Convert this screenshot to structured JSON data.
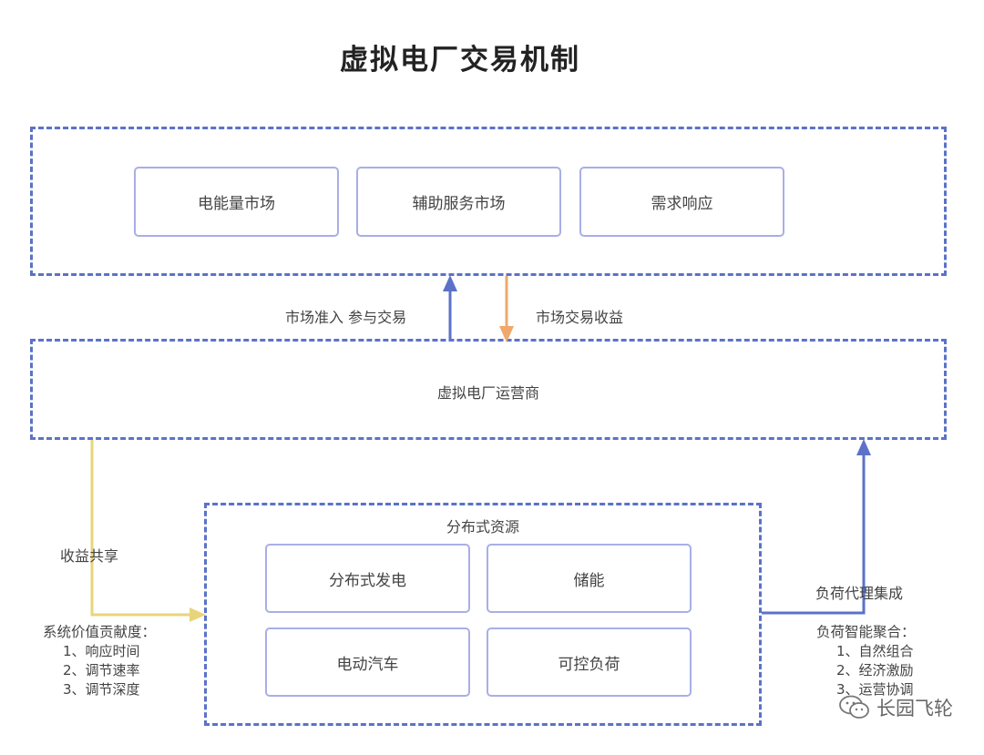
{
  "title": "虚拟电厂交易机制",
  "markets": {
    "items": [
      "电能量市场",
      "辅助服务市场",
      "需求响应"
    ]
  },
  "arrows": {
    "up_label": "市场准入  参与交易",
    "down_label": "市场交易收益",
    "share_label": "收益共享",
    "aggregate_label": "负荷代理集成",
    "colors": {
      "blue": "#5b72c8",
      "orange": "#f0a86c",
      "yellow": "#e8d57a"
    }
  },
  "operator": {
    "label": "虚拟电厂运营商"
  },
  "resources": {
    "title": "分布式资源",
    "items": [
      "分布式发电",
      "储能",
      "电动汽车",
      "可控负荷"
    ]
  },
  "left_note": {
    "head": "系统价值贡献度：",
    "items": [
      "1、响应时间",
      "2、调节速率",
      "3、调节深度"
    ]
  },
  "right_note": {
    "head": "负荷智能聚合：",
    "items": [
      "1、自然组合",
      "2、经济激励",
      "3、运营协调"
    ]
  },
  "watermark": {
    "text": "长园飞轮",
    "icon": "wechat-icon"
  }
}
